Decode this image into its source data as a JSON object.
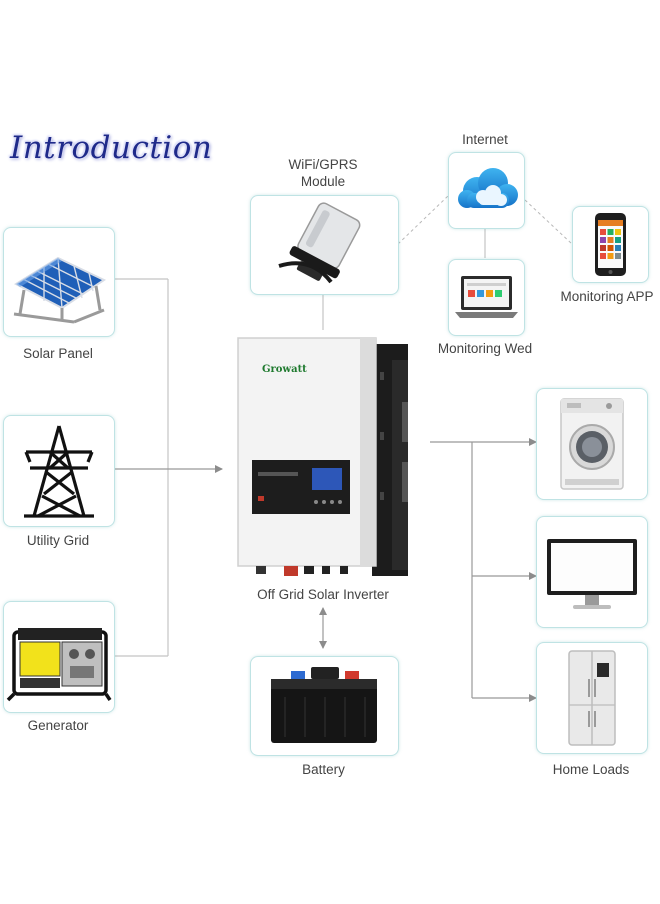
{
  "title": "Introduction",
  "nodes": {
    "solar_panel": "Solar Panel",
    "utility_grid": "Utility Grid",
    "generator": "Generator",
    "wifi_module": "WiFi/GPRS\nModule",
    "internet": "Internet",
    "monitoring_web": "Monitoring Wed",
    "monitoring_app": "Monitoring APP",
    "inverter": "Off Grid Solar Inverter",
    "battery": "Battery",
    "home_loads": "Home Loads"
  },
  "inverter_brand": "Growatt",
  "colors": {
    "connector": "#bfbfbf",
    "arrow": "#8c8c8c",
    "box_border": "#bfe3e4",
    "title": "#1f2a8a"
  },
  "icons": [
    "solar-panel-icon",
    "power-tower-icon",
    "generator-icon",
    "wifi-module-icon",
    "cloud-icon",
    "laptop-icon",
    "smartphone-icon",
    "battery-icon",
    "washing-machine-icon",
    "monitor-icon",
    "refrigerator-icon"
  ]
}
